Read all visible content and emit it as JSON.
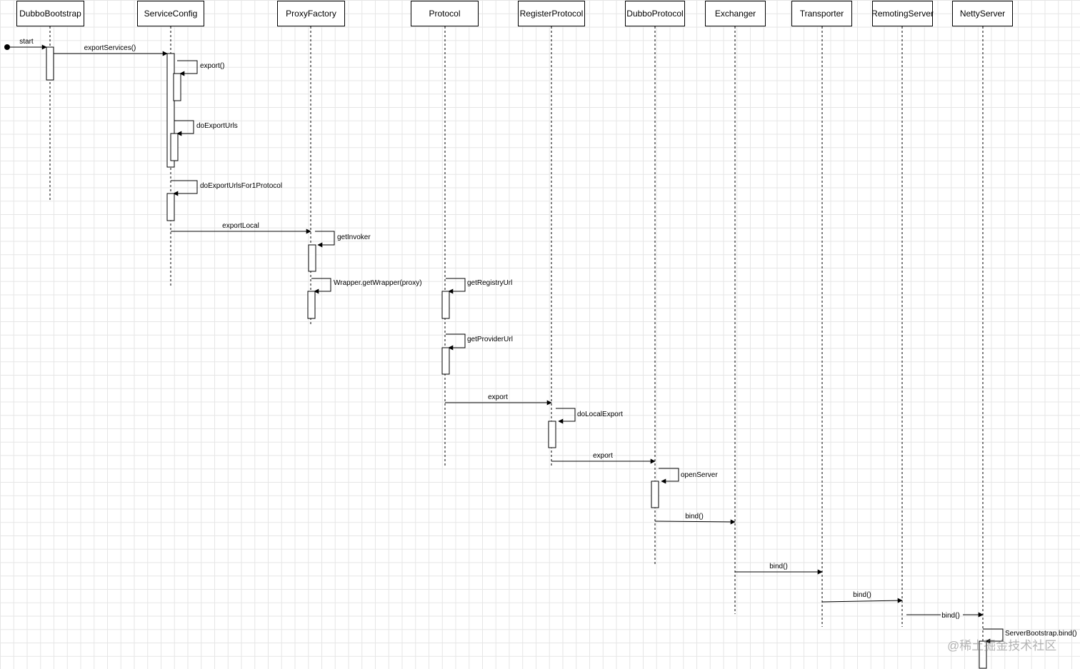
{
  "participants": [
    {
      "id": "bootstrap",
      "label": "DubboBootstrap"
    },
    {
      "id": "serviceconfig",
      "label": "ServiceConfig"
    },
    {
      "id": "proxyfactory",
      "label": "ProxyFactory"
    },
    {
      "id": "protocol",
      "label": "Protocol"
    },
    {
      "id": "registerprotocol",
      "label": "RegisterProtocol"
    },
    {
      "id": "dubboprotocol",
      "label": "DubboProtocol"
    },
    {
      "id": "exchanger",
      "label": "Exchanger"
    },
    {
      "id": "transporter",
      "label": "Transporter"
    },
    {
      "id": "remotingserver",
      "label": "RemotingServer"
    },
    {
      "id": "nettyserver",
      "label": "NettyServer"
    }
  ],
  "messages": [
    {
      "id": "start",
      "from": null,
      "to": "bootstrap",
      "label": "start"
    },
    {
      "id": "exportServices",
      "from": "bootstrap",
      "to": "serviceconfig",
      "label": "exportServices()"
    },
    {
      "id": "export-self",
      "from": "serviceconfig",
      "to": "serviceconfig",
      "label": "export()"
    },
    {
      "id": "doExportUrls",
      "from": "serviceconfig",
      "to": "serviceconfig",
      "label": "doExportUrls"
    },
    {
      "id": "doExportUrlsFor1Protocol",
      "from": "serviceconfig",
      "to": "serviceconfig",
      "label": "doExportUrlsFor1Protocol"
    },
    {
      "id": "exportLocal",
      "from": "serviceconfig",
      "to": "proxyfactory",
      "label": "exportLocal"
    },
    {
      "id": "getInvoker",
      "from": "proxyfactory",
      "to": "proxyfactory",
      "label": "getInvoker"
    },
    {
      "id": "getWrapper",
      "from": "proxyfactory",
      "to": "proxyfactory",
      "label": "Wrapper.getWrapper(proxy)"
    },
    {
      "id": "getRegistryUrl",
      "from": "protocol",
      "to": "protocol",
      "label": "getRegistryUrl"
    },
    {
      "id": "getProviderUrl",
      "from": "protocol",
      "to": "protocol",
      "label": "getProviderUrl"
    },
    {
      "id": "export-reg",
      "from": "protocol",
      "to": "registerprotocol",
      "label": "export"
    },
    {
      "id": "doLocalExport",
      "from": "registerprotocol",
      "to": "registerprotocol",
      "label": "doLocalExport"
    },
    {
      "id": "export-dubbo",
      "from": "registerprotocol",
      "to": "dubboprotocol",
      "label": "export"
    },
    {
      "id": "openServer",
      "from": "dubboprotocol",
      "to": "dubboprotocol",
      "label": "openServer"
    },
    {
      "id": "bind-exchanger",
      "from": "dubboprotocol",
      "to": "exchanger",
      "label": "bind()"
    },
    {
      "id": "bind-transporter",
      "from": "exchanger",
      "to": "transporter",
      "label": "bind()"
    },
    {
      "id": "bind-remoting",
      "from": "transporter",
      "to": "remotingserver",
      "label": "bind()"
    },
    {
      "id": "bind-netty",
      "from": "remotingserver",
      "to": "nettyserver",
      "label": "bind()"
    },
    {
      "id": "serverBootstrapBind",
      "from": "nettyserver",
      "to": "nettyserver",
      "label": "ServerBootstrap.bind()"
    }
  ],
  "watermark": "@稀土掘金技术社区"
}
